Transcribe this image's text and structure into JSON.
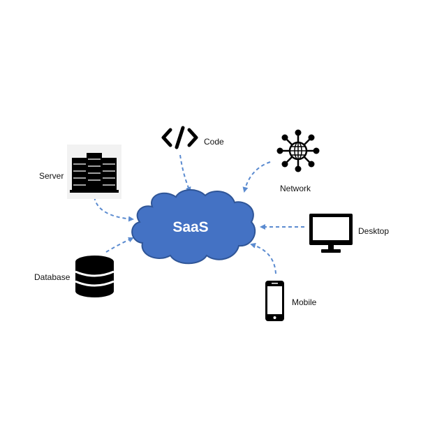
{
  "center": {
    "label": "SaaS"
  },
  "nodes": {
    "code": {
      "label": "Code",
      "icon": "code-icon"
    },
    "network": {
      "label": "Network",
      "icon": "network-globe-icon"
    },
    "server": {
      "label": "Server",
      "icon": "server-rack-icon"
    },
    "desktop": {
      "label": "Desktop",
      "icon": "desktop-monitor-icon"
    },
    "database": {
      "label": "Database",
      "icon": "database-icon"
    },
    "mobile": {
      "label": "Mobile",
      "icon": "mobile-phone-icon"
    }
  },
  "colors": {
    "cloud_fill": "#4472C4",
    "cloud_stroke": "#2F5597",
    "connector": "#5B8BD0",
    "icon": "#000000",
    "text": "#111111",
    "cloud_text": "#ffffff"
  }
}
